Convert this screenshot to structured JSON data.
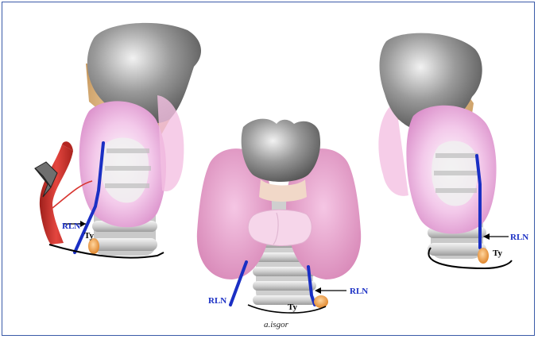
{
  "labels": {
    "left_rln": "RLN",
    "left_ty": "Ty",
    "center_rln_left": "RLN",
    "center_rln_right": "RLN",
    "center_ty": "Ty",
    "right_rln": "RLN",
    "right_ty": "Ty"
  },
  "signature": "a.isgor",
  "colors": {
    "frame": "#3a5aa8",
    "nerve": "#1a2fc4",
    "artery": "#d8342f",
    "thyroid": "#e7a9d6",
    "cartilage": "#8a8a8a",
    "trachea": "#d9d9d9",
    "tubercle": "#f0a04a",
    "tan": "#d9b07a"
  }
}
